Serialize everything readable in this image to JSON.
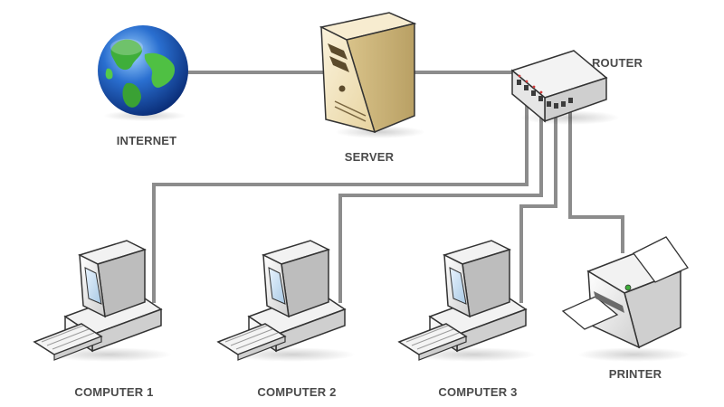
{
  "diagram": {
    "nodes": {
      "internet": {
        "label": "INTERNET",
        "icon": "globe-icon"
      },
      "server": {
        "label": "SERVER",
        "icon": "server-tower-icon"
      },
      "router": {
        "label": "ROUTER",
        "icon": "router-switch-icon"
      },
      "computer1": {
        "label": "COMPUTER 1",
        "icon": "desktop-computer-icon"
      },
      "computer2": {
        "label": "COMPUTER 2",
        "icon": "desktop-computer-icon"
      },
      "computer3": {
        "label": "COMPUTER 3",
        "icon": "desktop-computer-icon"
      },
      "printer": {
        "label": "PRINTER",
        "icon": "printer-icon"
      }
    },
    "connections": [
      [
        "internet",
        "server"
      ],
      [
        "server",
        "router"
      ],
      [
        "router",
        "computer1"
      ],
      [
        "router",
        "computer2"
      ],
      [
        "router",
        "computer3"
      ],
      [
        "router",
        "printer"
      ]
    ],
    "colors": {
      "cable": "#8c8c8c",
      "label": "#4a4a4a",
      "globe_ocean": "#2a6fd0",
      "globe_land": "#3fae3a",
      "server_body": "#f3e6c2",
      "device_body": "#eeeeee",
      "screen": "#d6e9f7"
    }
  }
}
